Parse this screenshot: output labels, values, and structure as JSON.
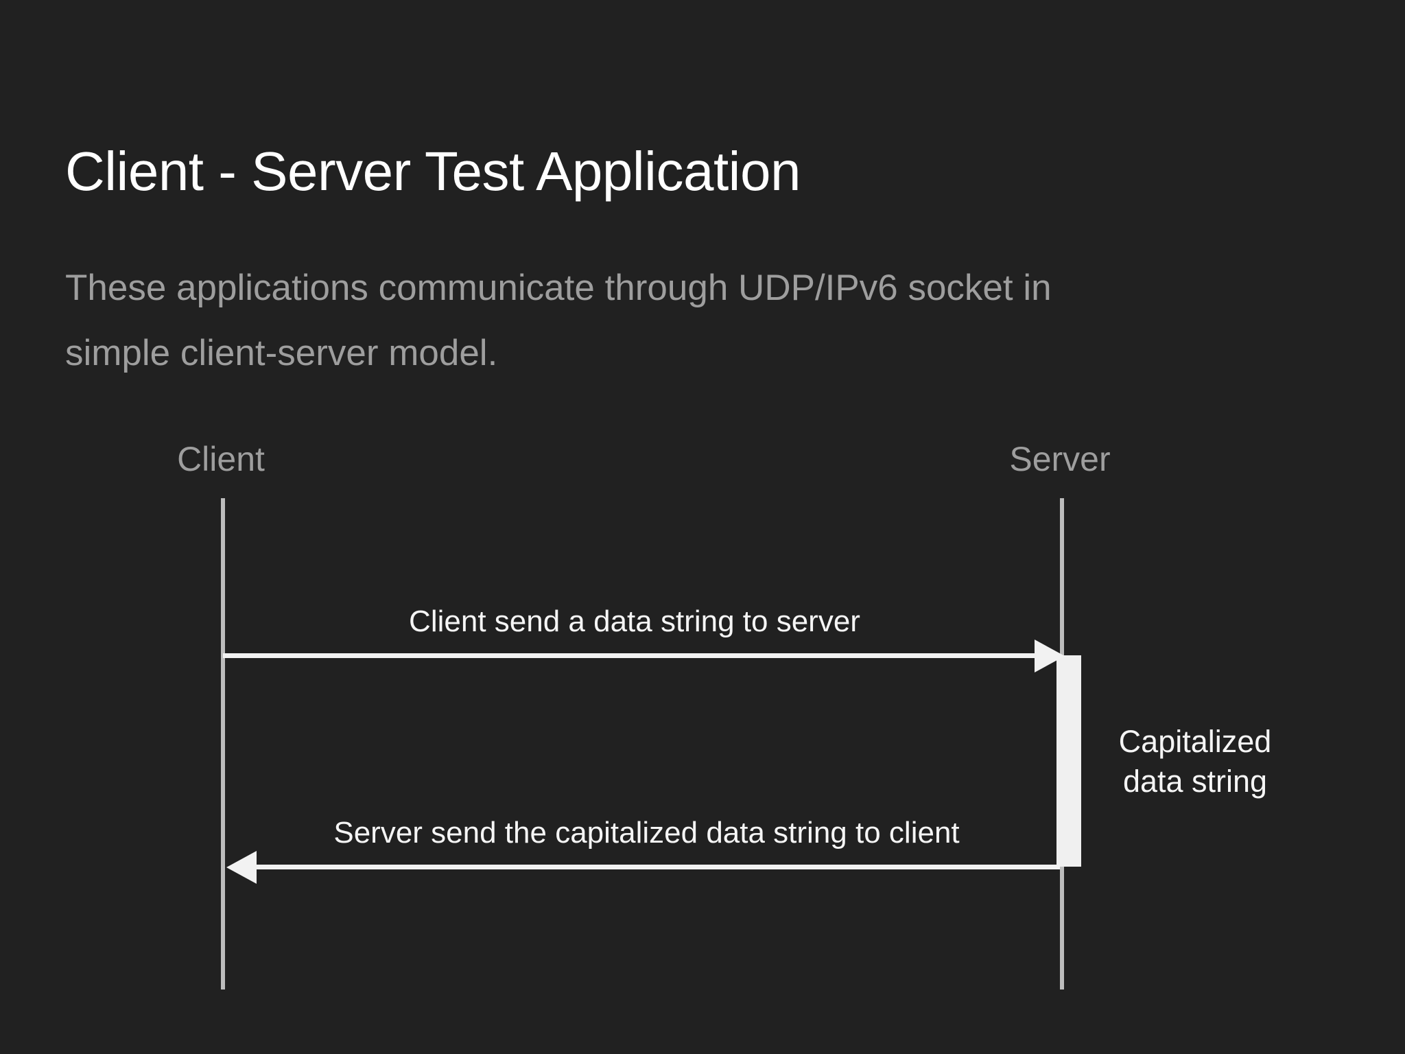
{
  "slide": {
    "title": "Client - Server Test Application",
    "subtitle_lines": [
      "These applications communicate through UDP/IPv6 socket in",
      "simple client-server model."
    ]
  },
  "diagram": {
    "type": "sequence-diagram",
    "actors": [
      {
        "id": "client",
        "label": "Client"
      },
      {
        "id": "server",
        "label": "Server"
      }
    ],
    "messages": [
      {
        "id": "msg1",
        "label": "Client send a data string to server",
        "from": "client",
        "to": "server",
        "direction": "right"
      },
      {
        "id": "msg2",
        "label": "Server send the capitalized data string to client",
        "from": "server",
        "to": "client",
        "direction": "left"
      }
    ],
    "activation": {
      "actor": "server",
      "note_lines": [
        "Capitalized",
        "data string"
      ]
    }
  },
  "colors": {
    "background": "#212121",
    "title": "#ffffff",
    "subtitle": "#9e9e9e",
    "actor_label": "#9e9e9e",
    "lifeline": "#bdbdbd",
    "message": "#f2f2f2",
    "activation": "#f0f0f0"
  }
}
